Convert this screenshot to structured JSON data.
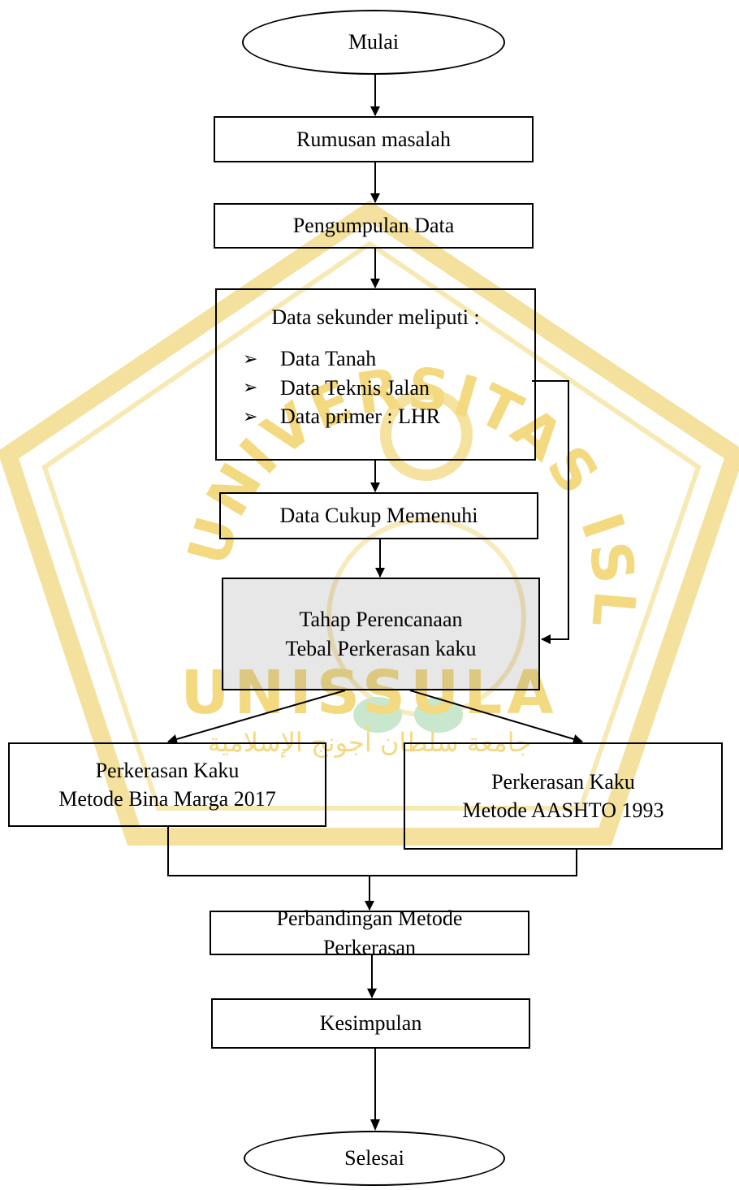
{
  "watermark": {
    "arc_text": "UNIVERSITAS ISLAM SULTAN AGUNG",
    "name": "UNISSULA",
    "arabic": "جامعة سلطان أجونج الإسلامية",
    "color": "#f2d36b"
  },
  "nodes": {
    "start": "Mulai",
    "rumusan": "Rumusan masalah",
    "pengumpulan": "Pengumpulan Data",
    "data_sekunder": {
      "title": "Data sekunder meliputi :",
      "bullet": "➢",
      "items": [
        "Data Tanah",
        "Data Teknis Jalan",
        "Data primer : LHR"
      ]
    },
    "data_cukup": "Data Cukup Memenuhi",
    "tahap": [
      "Tahap Perencanaan",
      "Tebal Perkerasan kaku"
    ],
    "bina_marga": [
      "Perkerasan Kaku",
      "Metode Bina Marga 2017"
    ],
    "aashto": [
      "Perkerasan Kaku",
      "Metode AASHTO 1993"
    ],
    "perbandingan": [
      "Perbandingan  Metode",
      "Perkerasan"
    ],
    "kesimpulan": "Kesimpulan",
    "end": "Selesai"
  }
}
